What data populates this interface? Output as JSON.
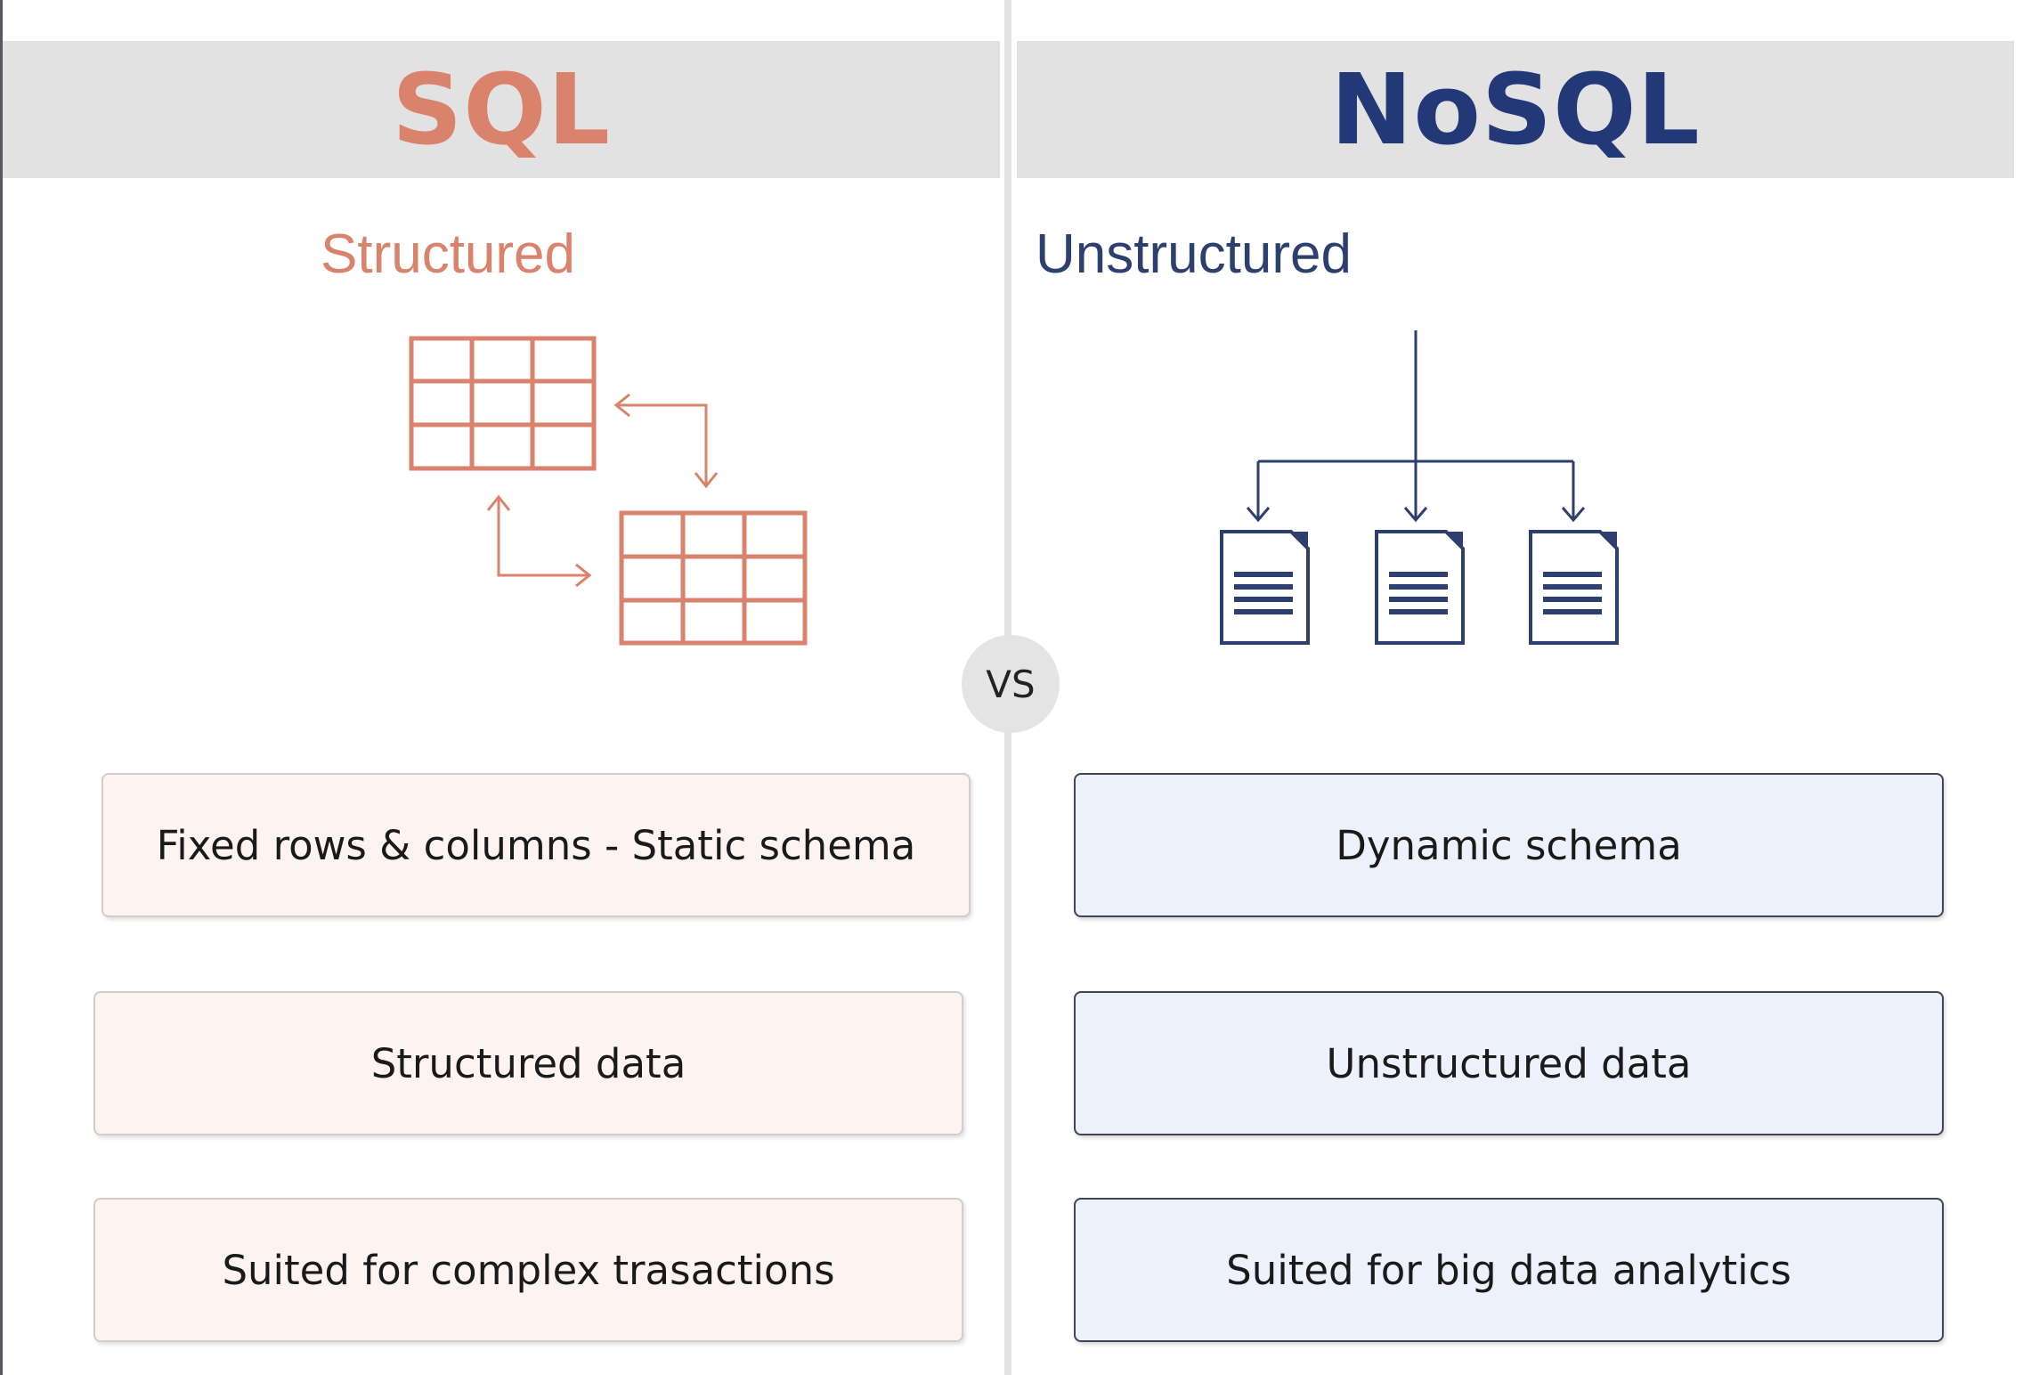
{
  "sql": {
    "title": "SQL",
    "subtitle": "Structured",
    "features": [
      "Fixed rows & columns - Static schema",
      "Structured data",
      "Suited for complex trasactions"
    ],
    "icon": "relational-tables-icon",
    "color": "#d9826c"
  },
  "nosql": {
    "title": "NoSQL",
    "subtitle": "Unstructured",
    "features": [
      "Dynamic schema",
      "Unstructured data",
      "Suited for big data analytics"
    ],
    "icon": "document-tree-icon",
    "color": "#233876"
  },
  "vs_label": "VS"
}
